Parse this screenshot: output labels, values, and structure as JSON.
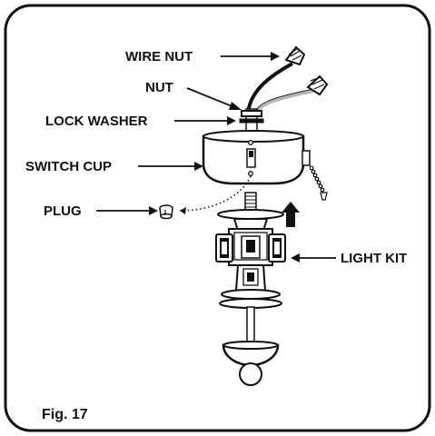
{
  "labels": {
    "wire_nut": "WIRE NUT",
    "nut": "NUT",
    "lock_washer": "LOCK WASHER",
    "switch_cup": "SWITCH CUP",
    "plug": "PLUG",
    "light_kit": "LIGHT KIT"
  },
  "figure_caption": "Fig. 17",
  "colors": {
    "ink": "#111111",
    "background": "#ffffff",
    "gray_wire": "#b5b5b5"
  }
}
